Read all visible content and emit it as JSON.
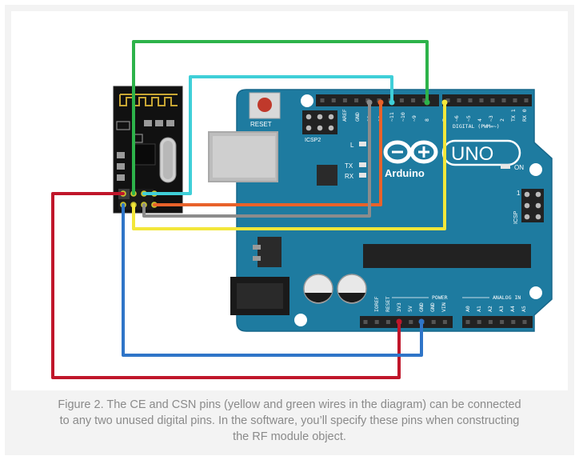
{
  "board": {
    "name": "UNO",
    "brand": "Arduino",
    "reset_label": "RESET",
    "icsp2_label": "ICSP2",
    "icsp_label": "ICSP",
    "icsp_pin1": "1",
    "led_l": "L",
    "led_tx": "TX",
    "led_rx": "RX",
    "on_label": "ON",
    "digital_label": "DIGITAL (PWM=~)",
    "power_label": "POWER",
    "analog_label": "ANALOG IN",
    "top_pins": [
      "AREF",
      "GND",
      "13",
      "12",
      "~11",
      "~10",
      "~9",
      "8",
      "7",
      "~6",
      "~5",
      "4",
      "~3",
      "2",
      "TX 1",
      "RX 0"
    ],
    "power_pins": [
      "IOREF",
      "RESET",
      "3V3",
      "5V",
      "GND",
      "GND",
      "VIN"
    ],
    "analog_pins": [
      "A0",
      "A1",
      "A2",
      "A3",
      "A4",
      "A5"
    ]
  },
  "colors": {
    "board": "#1e7ba0",
    "module": "#111111",
    "wire_green": "#2db34a",
    "wire_cyan": "#3fcfd8",
    "wire_red": "#c0162a",
    "wire_blue": "#2f75c8",
    "wire_orange": "#e8622a",
    "wire_gray": "#8c8c8c",
    "wire_yellow": "#f3e73a"
  },
  "caption": {
    "line1": "Figure 2. The CE and CSN pins (yellow and green wires in the diagram) can be connected",
    "line2": "to any two unused digital pins.  In the software, you’ll specify these pins when constructing",
    "line3": "the RF module object."
  }
}
